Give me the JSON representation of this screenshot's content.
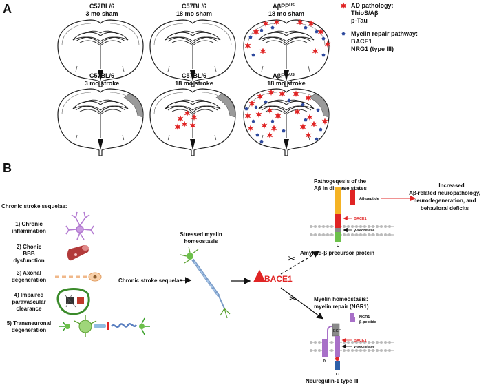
{
  "panel_a": {
    "letter": "A",
    "brains": [
      {
        "line1": "C57BL/6",
        "line2": "3 mo sham"
      },
      {
        "line1": "C57BL/6",
        "line2": "18 mo sham"
      },
      {
        "line1": "AβPP",
        "sup": "US",
        "line2": "18 mo sham"
      },
      {
        "line1": "C57BL/6",
        "line2": "3 mo stroke"
      },
      {
        "line1": "C57BL/6",
        "line2": "18 mo stroke"
      },
      {
        "line1": "AβPP",
        "sup": "US",
        "line2": "18 mo stroke"
      }
    ],
    "legend": {
      "ad_title": "AD pathology:",
      "ad_lines": [
        "ThioS/Aβ",
        "p-Tau"
      ],
      "myelin_title": "Myelin repair pathway:",
      "myelin_lines": [
        "BACE1",
        "NRG1 (type III)"
      ]
    }
  },
  "panel_b": {
    "letter": "B",
    "sequelae_title": "Chronic stroke sequelae:",
    "sequelae": [
      [
        "1) Chronic",
        "inflammation"
      ],
      [
        "2) Chonic",
        "BBB",
        "dysfunction"
      ],
      [
        "3) Axonal",
        "degeneration"
      ],
      [
        "4) Impaired",
        "paravascular",
        "clearance"
      ],
      [
        "5) Transneuronal",
        "degeneration"
      ]
    ],
    "stressed": [
      "Stressed myelin",
      "homeostasis"
    ],
    "sequelae_label": "Chronic stroke sequelae",
    "bace1": "BACE1",
    "patho_title": [
      "Pathogenesis of the",
      "Aβ in disease states"
    ],
    "abeta_peptide": "Aβ-peptide",
    "increased": [
      "Increased",
      "Aβ-related neuropathology,",
      "neurodegeneration, and",
      "behavioral deficits"
    ],
    "app": {
      "n": "N",
      "c": "C",
      "bace1": "BACE1",
      "gamma": "γ-secretase",
      "label": "Amyloid-β precursor protein"
    },
    "myelin_title": [
      "Myelin homeostasis:",
      "myelin repair (NGR1)"
    ],
    "nrg1": {
      "peptide": [
        "NGR1",
        "β-peptide"
      ],
      "egf": "EGF",
      "bace1": "BACE1",
      "gamma": "γ-secretase",
      "n": "N",
      "c": "C",
      "label": "Neuregulin-1 type III"
    }
  }
}
